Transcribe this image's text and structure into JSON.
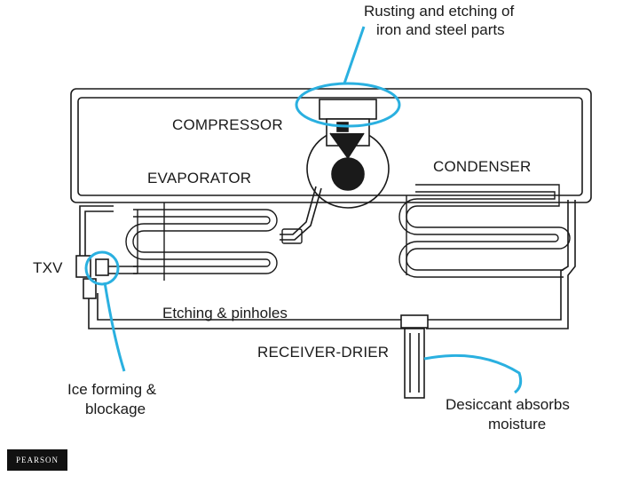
{
  "labels": {
    "compressor": "COMPRESSOR",
    "evaporator": "EVAPORATOR",
    "condenser": "CONDENSER",
    "txv": "TXV",
    "receiver_drier": "RECEIVER-DRIER"
  },
  "callouts": {
    "rusting": [
      "Rusting and etching of",
      "iron and steel parts"
    ],
    "etching": "Etching & pinholes",
    "ice": [
      "Ice forming &",
      "blockage"
    ],
    "desiccant": [
      "Desiccant absorbs",
      "moisture"
    ]
  },
  "logo": "PEARSON",
  "colors": {
    "highlight": "#2ab0e0",
    "line": "#1a1a1a"
  }
}
